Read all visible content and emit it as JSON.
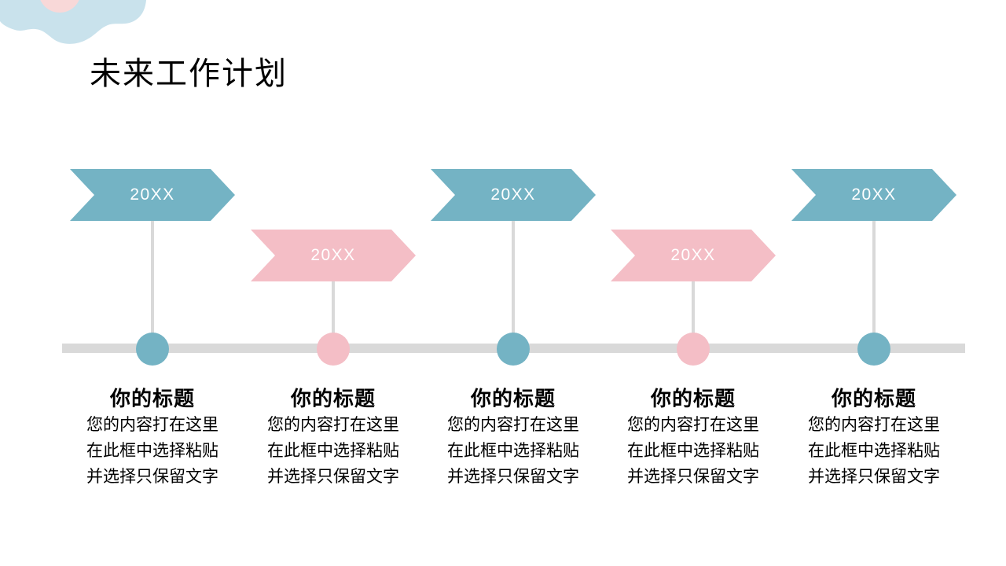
{
  "slide": {
    "title": "未来工作计划"
  },
  "colors": {
    "teal": "#74B3C4",
    "pink": "#F4BEC6",
    "corner_light_blue": "#C9E2EC",
    "corner_light_pink": "#F8D8D8",
    "timeline_gray": "#D9D9D9",
    "text": "#000000",
    "year_text": "#FFFFFF"
  },
  "milestones": [
    {
      "year": "20XX",
      "color": "teal",
      "heading": "你的标题",
      "body": "您的内容打在这里\n在此框中选择粘贴\n并选择只保留文字"
    },
    {
      "year": "20XX",
      "color": "pink",
      "heading": "你的标题",
      "body": "您的内容打在这里\n在此框中选择粘贴\n并选择只保留文字"
    },
    {
      "year": "20XX",
      "color": "teal",
      "heading": "你的标题",
      "body": "您的内容打在这里\n在此框中选择粘贴\n并选择只保留文字"
    },
    {
      "year": "20XX",
      "color": "pink",
      "heading": "你的标题",
      "body": "您的内容打在这里\n在此框中选择粘贴\n并选择只保留文字"
    },
    {
      "year": "20XX",
      "color": "teal",
      "heading": "你的标题",
      "body": "您的内容打在这里\n在此框中选择粘贴\n并选择只保留文字"
    }
  ]
}
